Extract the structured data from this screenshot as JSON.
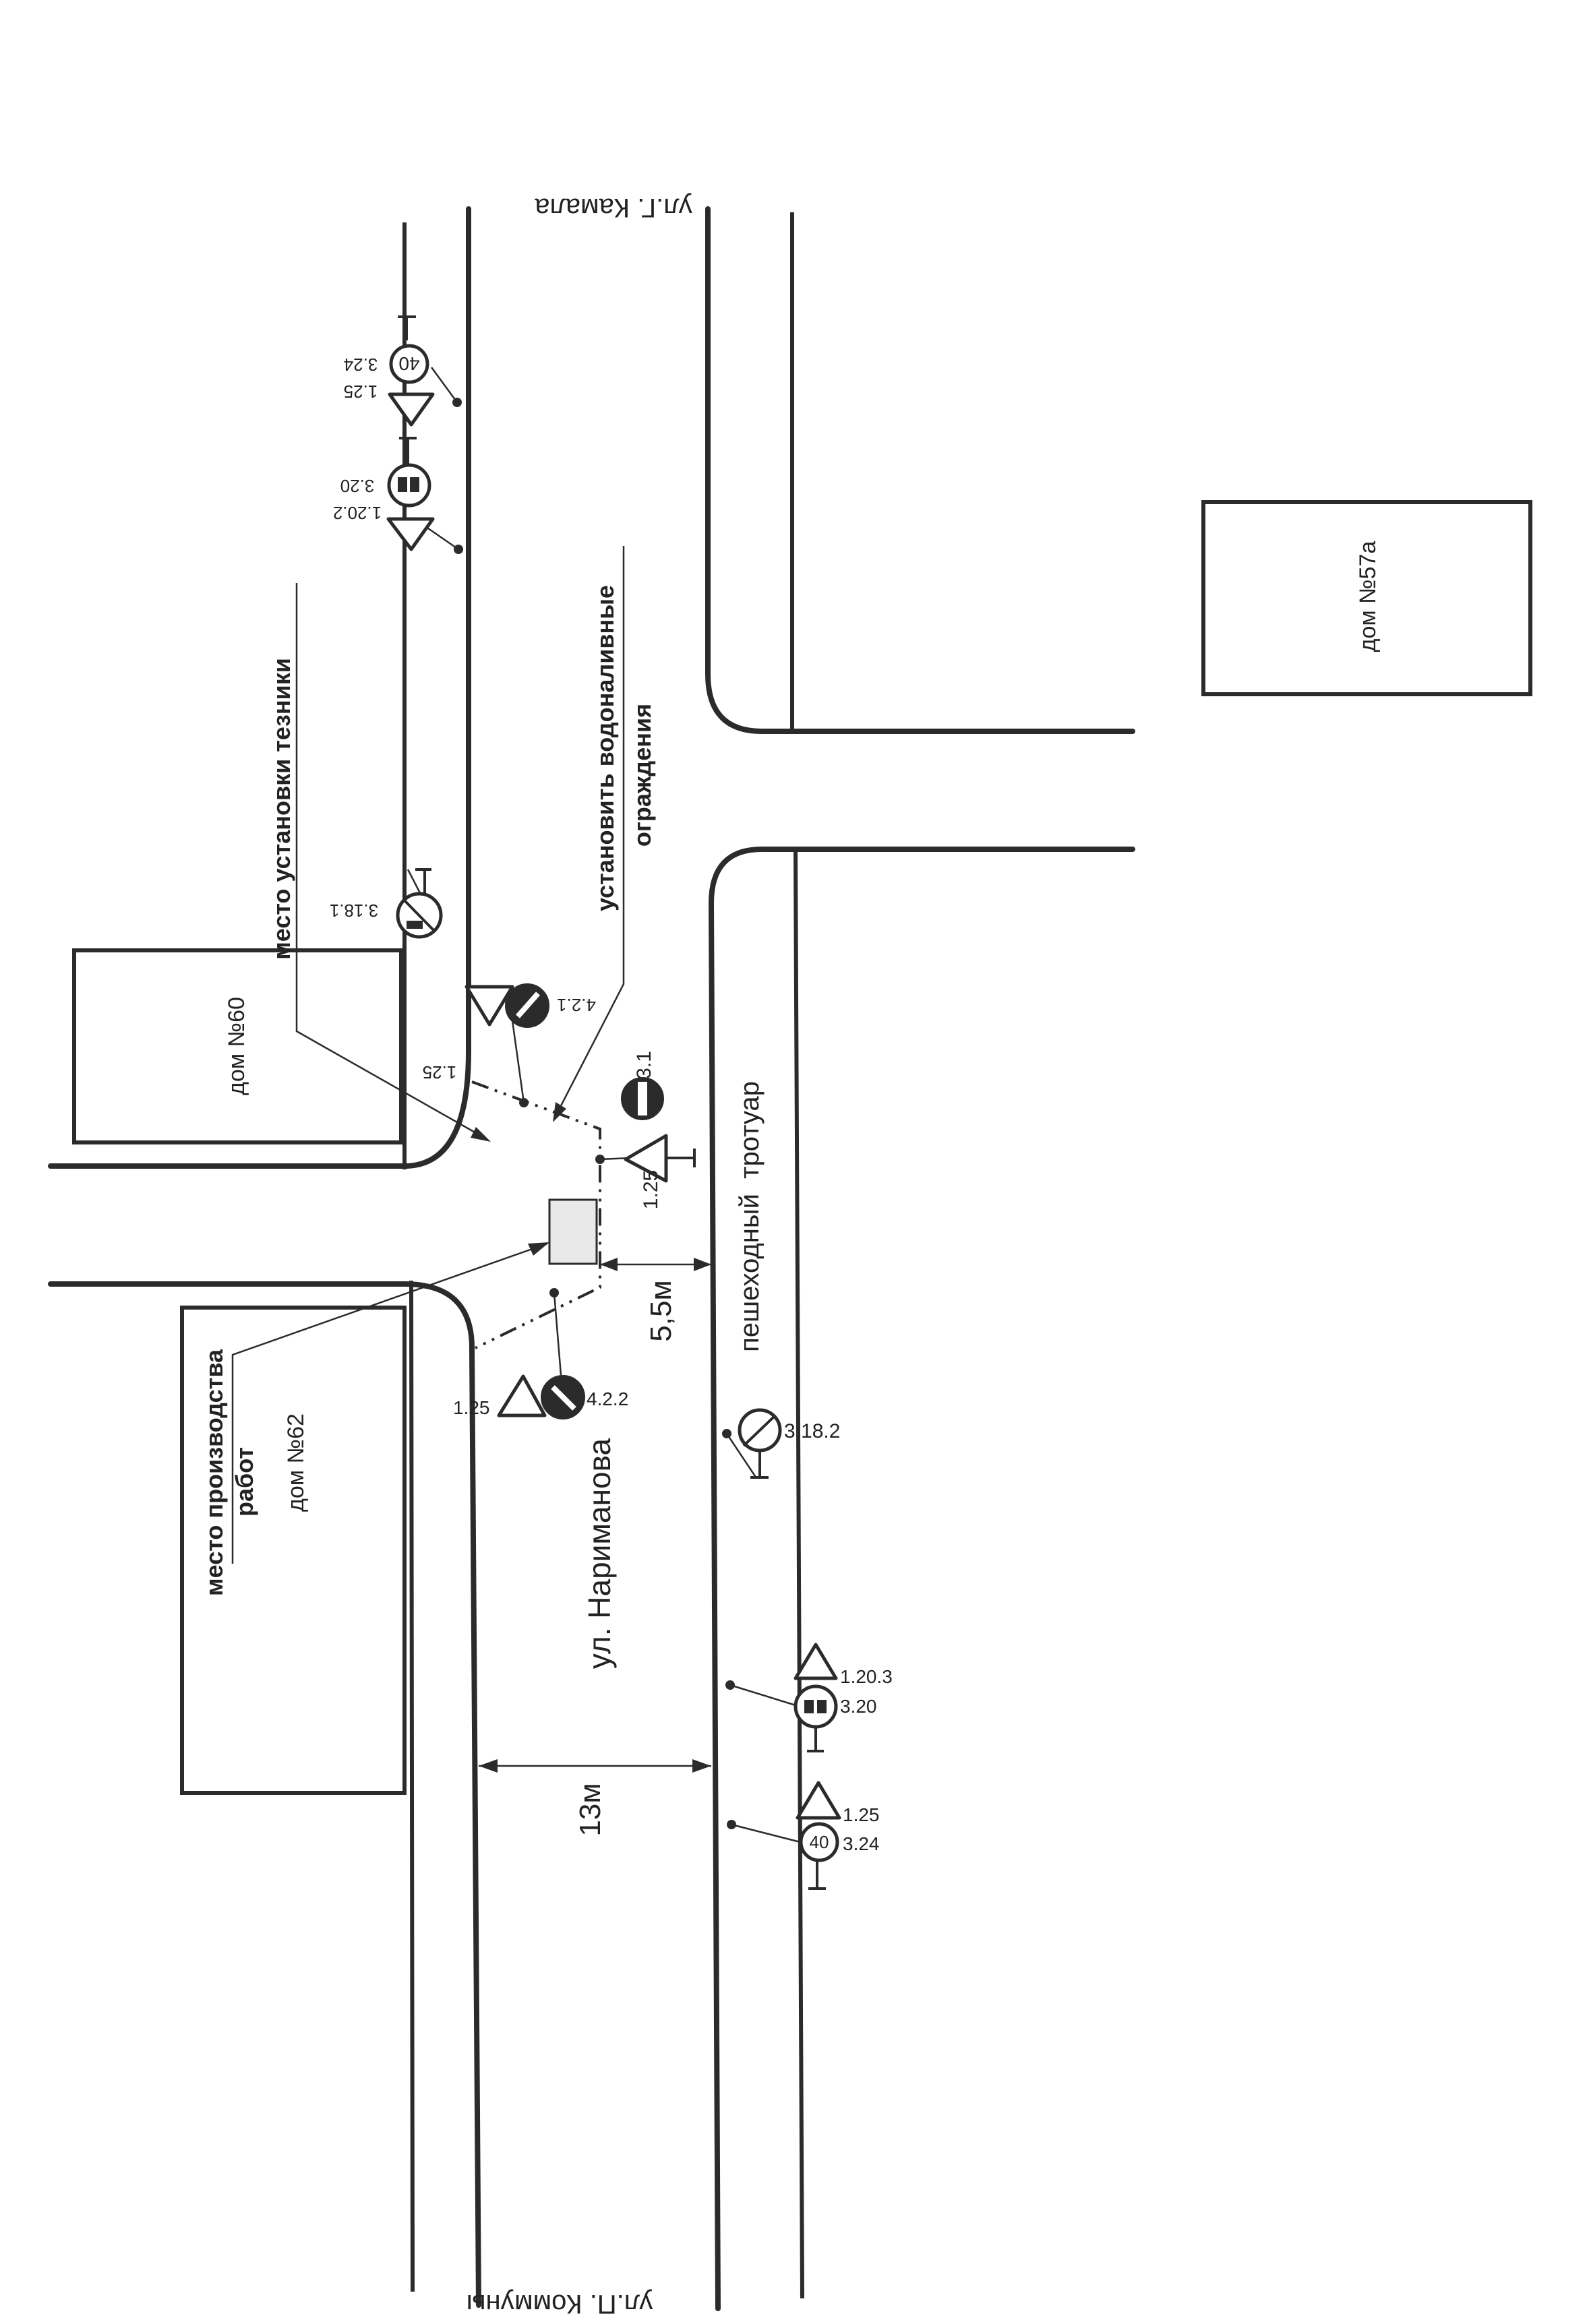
{
  "document": {
    "type": "traffic_management_scheme",
    "orientation": "rotated-90"
  },
  "streets": {
    "narimanova": "ул. Нариманова",
    "kamala": "ул.Г. Камала",
    "kommuny": "ул.П. Коммуны"
  },
  "buildings": {
    "dom60": "дом №60",
    "dom62": "дом №62",
    "dom57a": "дом №57а"
  },
  "areas": {
    "sidewalk": "пешеходный  тротуар"
  },
  "callouts": {
    "work_site_line1": "место производства",
    "work_site_line2": "работ",
    "equipment_site": "место установки тезники",
    "barriers_line1": "установить водоналивные",
    "barriers_line2": "ограждения"
  },
  "dimensions": {
    "road_width": "13м",
    "lane_remaining": "5,5м"
  },
  "signs": [
    {
      "code": "3.24",
      "type": "speed-limit",
      "value": "40",
      "group": "top-pair-1"
    },
    {
      "code": "1.25",
      "type": "road-works",
      "group": "top-pair-1"
    },
    {
      "code": "3.20",
      "type": "no-overtaking",
      "group": "top-pair-2"
    },
    {
      "code": "1.20.2",
      "type": "road-narrows-left",
      "group": "top-pair-2"
    },
    {
      "code": "3.18.1",
      "type": "no-right-turn"
    },
    {
      "code": "4.2.1",
      "type": "keep-right"
    },
    {
      "code": "1.25",
      "type": "road-works",
      "group": "upper-fence"
    },
    {
      "code": "3.1",
      "type": "no-entry"
    },
    {
      "code": "1.25",
      "type": "road-works",
      "group": "fence-corner"
    },
    {
      "code": "4.2.2",
      "type": "keep-left"
    },
    {
      "code": "1.25",
      "type": "road-works",
      "group": "lower-fence"
    },
    {
      "code": "3.18.2",
      "type": "no-left-turn"
    },
    {
      "code": "1.20.3",
      "type": "road-narrows-right",
      "group": "bottom-pair-1"
    },
    {
      "code": "3.20",
      "type": "no-overtaking",
      "group": "bottom-pair-1"
    },
    {
      "code": "1.25",
      "type": "road-works",
      "group": "bottom-pair-2"
    },
    {
      "code": "3.24",
      "type": "speed-limit",
      "value": "40",
      "group": "bottom-pair-2"
    }
  ],
  "colors": {
    "ink": "#2b2b2b",
    "work_zone_fill": "#e9e9e9",
    "paper": "#ffffff"
  }
}
